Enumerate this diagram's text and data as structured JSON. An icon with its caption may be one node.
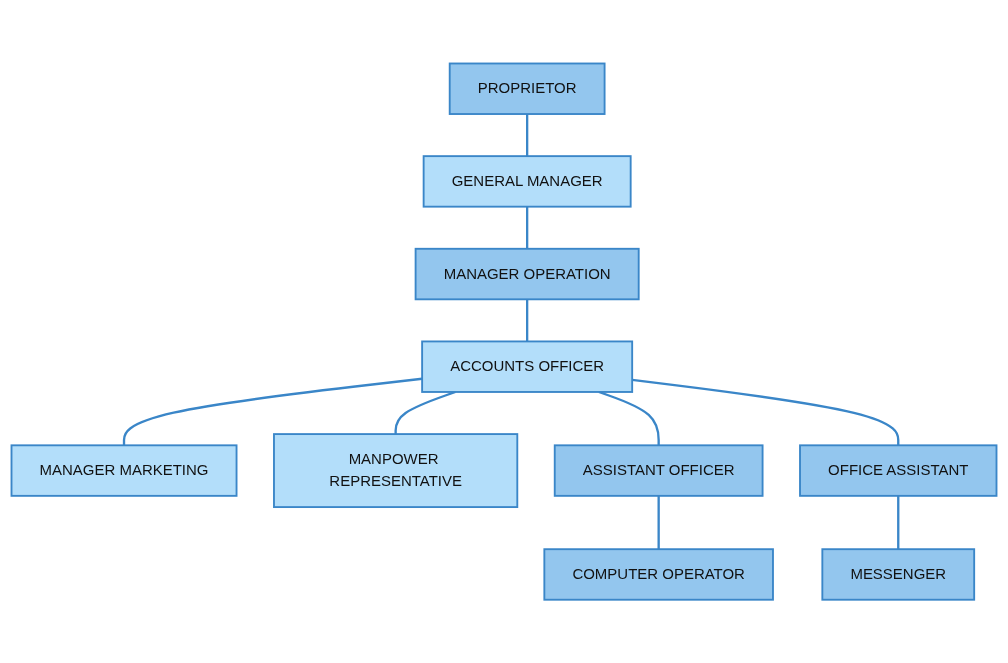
{
  "diagram": {
    "nodes": [
      {
        "text": [
          "PROPRIETOR"
        ]
      },
      {
        "text": [
          "GENERAL MANAGER"
        ]
      },
      {
        "text": [
          "MANAGER OPERATION"
        ]
      },
      {
        "text": [
          "MANAGER MARKETING"
        ]
      },
      {
        "text": [
          "ACCOUNTS OFFICER"
        ]
      },
      {
        "text": [
          "MANPOWER REPRESENTATIVE"
        ]
      },
      {
        "text": [
          "COMPUTER OPERATOR"
        ]
      },
      {
        "text": [
          "ASSISTANT OFFICER"
        ]
      },
      {
        "text": [
          "OFFICE ASSISTANT"
        ]
      },
      {
        "text": [
          "MESSENGER"
        ]
      }
    ],
    "edges": [
      {
        "from": 0,
        "to": 1,
        "arrow": "none"
      },
      {
        "from": 1,
        "to": 2,
        "arrow": "none"
      },
      {
        "from": 2,
        "to": 4,
        "arrow": "none"
      },
      {
        "from": 4,
        "to": 3,
        "arrow": "none"
      },
      {
        "from": 4,
        "to": 5,
        "arrow": "none"
      },
      {
        "from": 4,
        "to": 7,
        "arrow": "none"
      },
      {
        "from": 4,
        "to": 8,
        "arrow": "none"
      },
      {
        "from": 7,
        "to": 6,
        "arrow": "none"
      },
      {
        "from": 8,
        "to": 9,
        "arrow": "none"
      }
    ]
  }
}
